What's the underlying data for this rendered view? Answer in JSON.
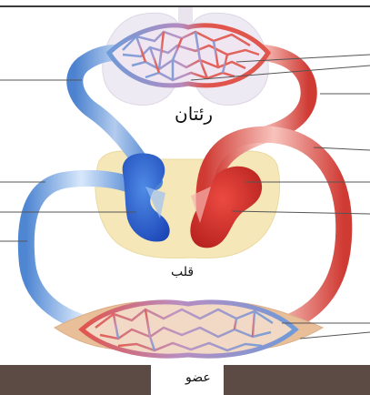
{
  "labels": {
    "lungs": "رئتان",
    "heart": "قلب",
    "organ": "عضو"
  },
  "colors": {
    "oxygenated": "#e0473f",
    "deoxygenated": "#5f97dd",
    "heart_background": "#f5e7b8",
    "organ_tissue": "#e9bf9a",
    "lung_tissue": "#ece7f1",
    "footer_bar": "#5b4b44"
  }
}
